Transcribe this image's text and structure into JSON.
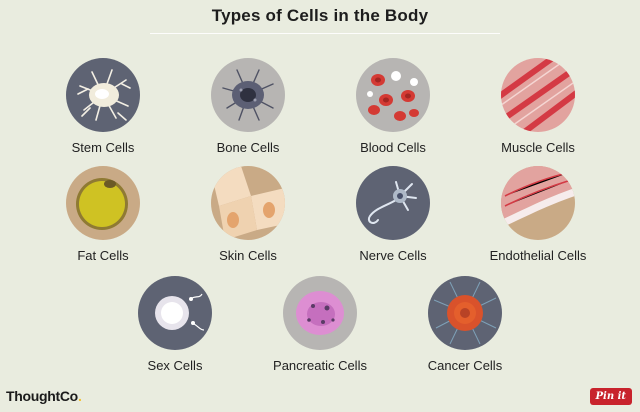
{
  "title": "Types of Cells in the Body",
  "cells": [
    {
      "label": "Stem Cells",
      "icon": "stem-cell-icon"
    },
    {
      "label": "Bone Cells",
      "icon": "bone-cell-icon"
    },
    {
      "label": "Blood Cells",
      "icon": "blood-cell-icon"
    },
    {
      "label": "Muscle Cells",
      "icon": "muscle-cell-icon"
    },
    {
      "label": "Fat Cells",
      "icon": "fat-cell-icon"
    },
    {
      "label": "Skin Cells",
      "icon": "skin-cell-icon"
    },
    {
      "label": "Nerve Cells",
      "icon": "nerve-cell-icon"
    },
    {
      "label": "Endothelial Cells",
      "icon": "endothelial-cell-icon"
    },
    {
      "label": "Sex Cells",
      "icon": "sex-cell-icon"
    },
    {
      "label": "Pancreatic Cells",
      "icon": "pancreatic-cell-icon"
    },
    {
      "label": "Cancer Cells",
      "icon": "cancer-cell-icon"
    }
  ],
  "brand": {
    "name": "Thought",
    "suffix": "Co",
    "dot": "."
  },
  "pin_button": "Pin it",
  "colors": {
    "background": "#e9ecdf",
    "circle_slate": "#5e6373",
    "circle_gray": "#b7b5b3",
    "circle_tan": "#c9aa86",
    "circle_pink": "#e2a39f",
    "pin_red": "#c8232c"
  }
}
